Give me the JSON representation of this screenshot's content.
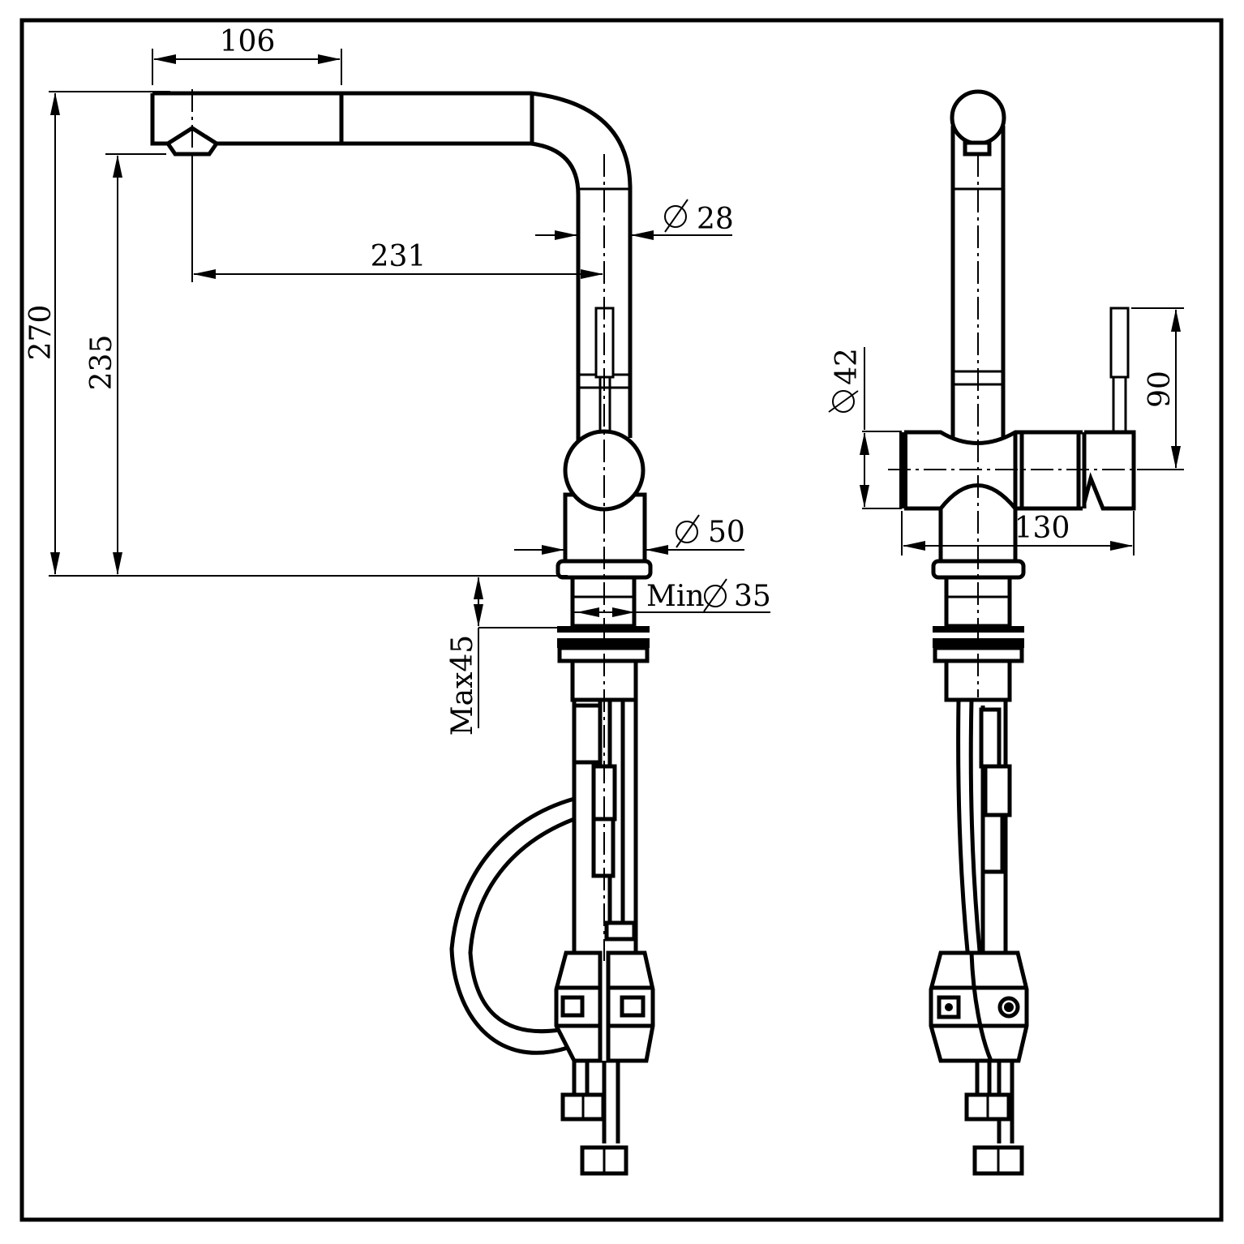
{
  "drawing": {
    "border_color": "#000000",
    "background": "#ffffff",
    "dimensions": {
      "d106": "106",
      "d231": "231",
      "d28": "28",
      "d270": "270",
      "d235": "235",
      "d50": "50",
      "min35": "Min",
      "d35": "35",
      "max45": "Max45",
      "d42": "42",
      "d90": "90",
      "d130": "130"
    }
  }
}
